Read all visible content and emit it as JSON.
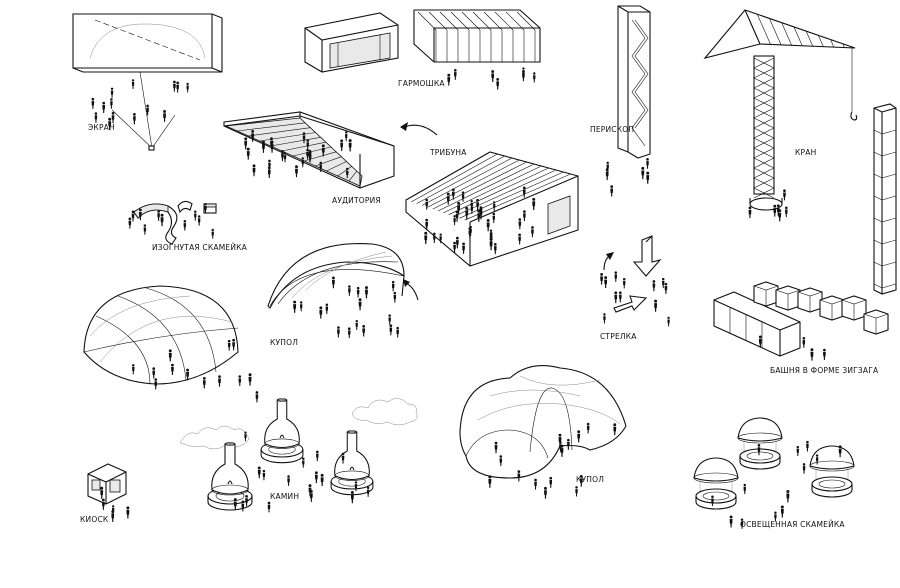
{
  "labels": {
    "screen": "ЭКРАН",
    "accordion": "ГАРМОШКА",
    "periscope": "ПЕРИСКОП",
    "crane": "КРАН",
    "auditorium": "АУДИТОРИЯ",
    "tribune": "ТРИБУНА",
    "curved_bench": "ИЗОГНУТАЯ СКАМЕЙКА",
    "dome_small": "КУПОЛ",
    "arrow": "СТРЕЛКА",
    "zigzag_tower": "БАШНЯ В ФОРМЕ ЗИГЗАГА",
    "dome_cluster": "КУПОЛ",
    "fireplace": "КАМИН",
    "kiosk": "КИОСК",
    "lit_bench": "ОСВЕЩЕННАЯ СКАМЕЙКА"
  },
  "icons": {
    "person": "person-figure-icon",
    "curved_arrow": "curved-arrow-icon"
  },
  "colors": {
    "line": "#111111",
    "background": "#ffffff"
  }
}
